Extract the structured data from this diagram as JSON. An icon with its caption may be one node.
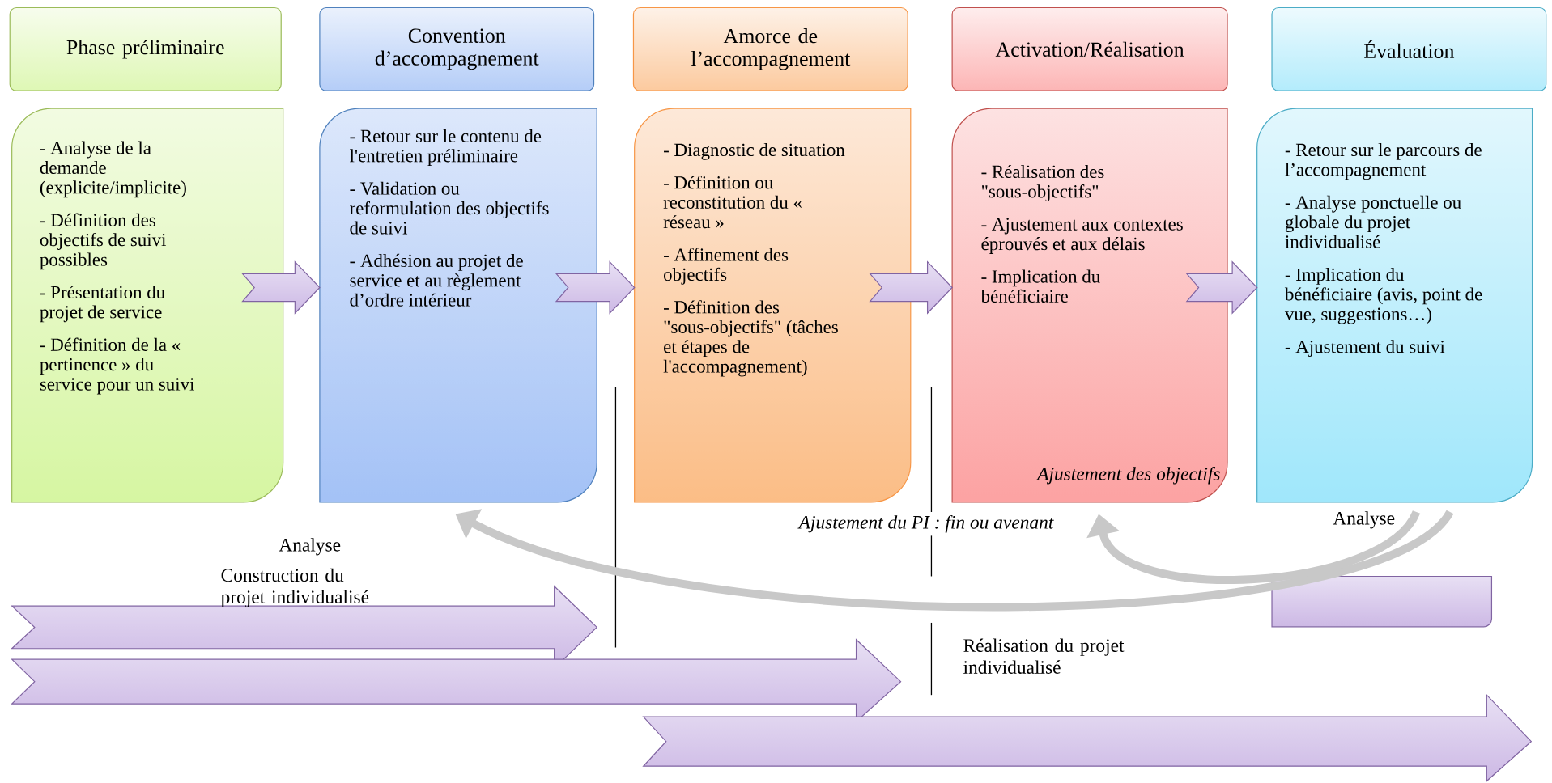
{
  "diagram": {
    "nodes": [
      {
        "text": [
          "Phase préliminaire"
        ]
      },
      {
        "text": [
          "Convention d’accompagnement"
        ]
      },
      {
        "text": [
          "Amorce de l’accompagnement"
        ]
      },
      {
        "text": [
          "Activation/Réalisation"
        ]
      },
      {
        "text": [
          "Évaluation"
        ]
      },
      {
        "text": [
          "- Analyse de la demande (explicite/implicite)",
          "- Définition des objectifs de suivi possibles",
          "- Présentation du projet de service",
          "- Définition de la « pertinence » du service pour un suivi"
        ]
      },
      {
        "text": [
          "- Retour sur le contenu de l'entretien préliminaire",
          "- Validation ou reformulation des objectifs de suivi",
          "- Adhésion au projet de service et au règlement d’ordre intérieur"
        ]
      },
      {
        "text": [
          "- Diagnostic de situation",
          "- Définition ou reconstitution du « réseau »",
          "- Affinement des objectifs",
          "- Définition des \"sous-objectifs\" (tâches et étapes de l'accompagnement)"
        ]
      },
      {
        "text": [
          "- Réalisation des \"sous-objectifs\"",
          "- Ajustement aux contextes éprouvés et aux délais",
          "- Implication du bénéficiaire"
        ]
      },
      {
        "text": [
          "- Retour sur le parcours de l’accompagnement",
          "- Analyse ponctuelle ou globale du projet individualisé",
          "- Implication du bénéficiaire (avis, point de vue, suggestions…)",
          "- Ajustement du suivi"
        ]
      }
    ],
    "edges": [
      {
        "from": 5,
        "to": 6,
        "arrow": "to"
      },
      {
        "from": 6,
        "to": 7,
        "arrow": "to"
      },
      {
        "from": 7,
        "to": 8,
        "arrow": "to"
      },
      {
        "from": 8,
        "to": 9,
        "arrow": "to"
      },
      {
        "from": 9,
        "to": 6,
        "arrow": "to",
        "color": "#c8c8c8"
      },
      {
        "from": 9,
        "to": 8,
        "arrow": "to",
        "color": "#c8c8c8"
      }
    ],
    "labels": [
      "Ajustement des objectifs",
      "Ajustement du PI : fin ou avenant",
      "Analyse",
      "Analyse",
      "Construction du projet individualisé",
      "Réalisation du projet individualisé"
    ]
  }
}
